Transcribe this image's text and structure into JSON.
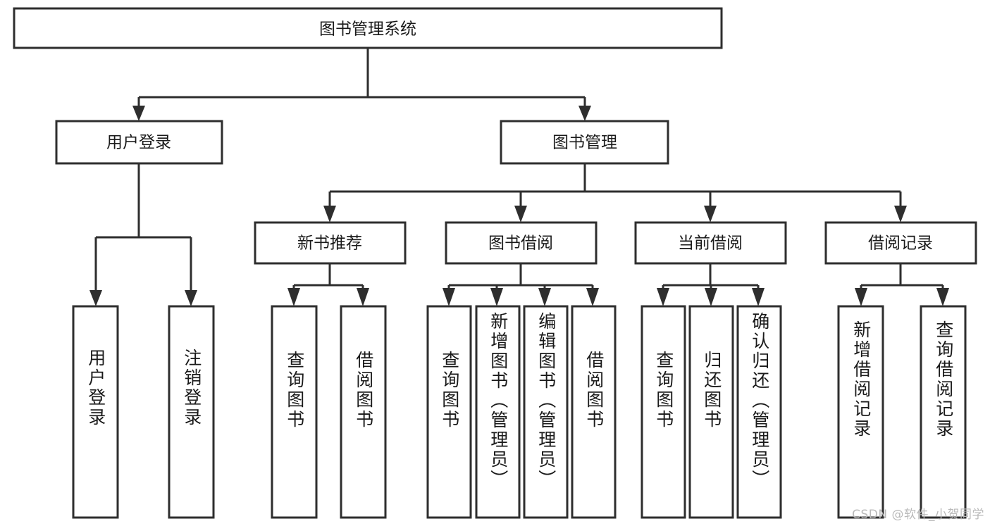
{
  "diagram": {
    "title": "图书管理系统",
    "type": "tree-hierarchy",
    "orientation": "top-down",
    "colors": {
      "background": "#ffffff",
      "box_fill": "#ffffff",
      "box_stroke": "#2e2e2e",
      "connector": "#2e2e2e",
      "text": "#1a1a1a",
      "watermark": "#b9b9b9"
    },
    "root": {
      "id": "root",
      "label": "图书管理系统",
      "orientation": "horizontal"
    },
    "level2": [
      {
        "id": "user-login",
        "label": "用户登录",
        "orientation": "horizontal"
      },
      {
        "id": "book-manage",
        "label": "图书管理",
        "orientation": "horizontal"
      }
    ],
    "level3": [
      {
        "id": "new-book-recommend",
        "label": "新书推荐",
        "orientation": "horizontal",
        "parent": "book-manage"
      },
      {
        "id": "book-borrow",
        "label": "图书借阅",
        "orientation": "horizontal",
        "parent": "book-manage"
      },
      {
        "id": "current-borrow",
        "label": "当前借阅",
        "orientation": "horizontal",
        "parent": "book-manage"
      },
      {
        "id": "borrow-record",
        "label": "借阅记录",
        "orientation": "horizontal",
        "parent": "book-manage"
      }
    ],
    "leaves": [
      {
        "id": "leaf-user-login",
        "label": "用户登录",
        "parent": "user-login",
        "orientation": "vertical"
      },
      {
        "id": "leaf-logout-login",
        "label": "注销登录",
        "parent": "user-login",
        "orientation": "vertical"
      },
      {
        "id": "leaf-query-book-1",
        "label": "查询图书",
        "parent": "new-book-recommend",
        "orientation": "vertical"
      },
      {
        "id": "leaf-borrow-book-1",
        "label": "借阅图书",
        "parent": "new-book-recommend",
        "orientation": "vertical"
      },
      {
        "id": "leaf-query-book-2",
        "label": "查询图书",
        "parent": "book-borrow",
        "orientation": "vertical"
      },
      {
        "id": "leaf-add-book",
        "label": "新增图书（管理员）",
        "parent": "book-borrow",
        "orientation": "vertical"
      },
      {
        "id": "leaf-edit-book",
        "label": "编辑图书（管理员）",
        "parent": "book-borrow",
        "orientation": "vertical"
      },
      {
        "id": "leaf-borrow-book-2",
        "label": "借阅图书",
        "parent": "book-borrow",
        "orientation": "vertical"
      },
      {
        "id": "leaf-query-book-3",
        "label": "查询图书",
        "parent": "current-borrow",
        "orientation": "vertical"
      },
      {
        "id": "leaf-return-book",
        "label": "归还图书",
        "parent": "current-borrow",
        "orientation": "vertical"
      },
      {
        "id": "leaf-confirm-return",
        "label": "确认归还（管理员）",
        "parent": "current-borrow",
        "orientation": "vertical"
      },
      {
        "id": "leaf-add-record",
        "label": "新增借阅记录",
        "parent": "borrow-record",
        "orientation": "vertical"
      },
      {
        "id": "leaf-query-record",
        "label": "查询借阅记录",
        "parent": "borrow-record",
        "orientation": "vertical"
      }
    ],
    "watermark": "CSDN @软件_小贺同学"
  }
}
